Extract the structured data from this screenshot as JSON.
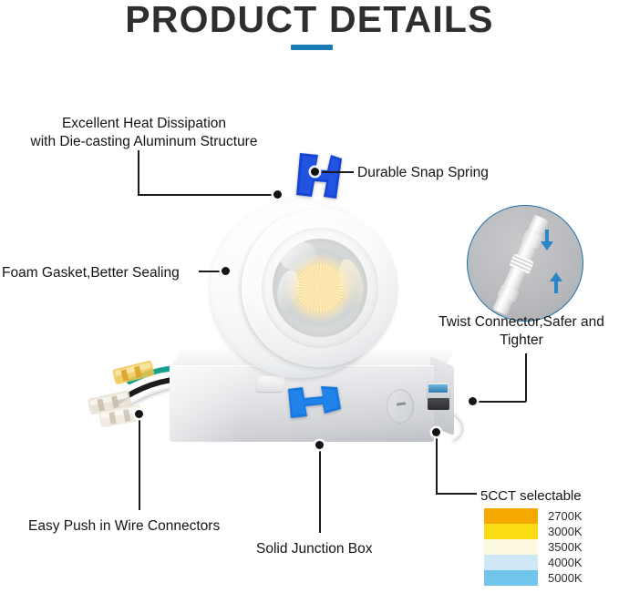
{
  "header": {
    "title": "PRODUCT DETAILS",
    "accent_color": "#1b7cb5"
  },
  "callouts": {
    "heat": "Excellent Heat Dissipation\nwith Die-casting Aluminum Structure",
    "snap_spring": "Durable Snap Spring",
    "foam_gasket": "Foam Gasket,Better Sealing",
    "twist_connector": "Twist Connector,Safer and\nTighter",
    "easy_push": "Easy Push in Wire Connectors",
    "junction_box": "Solid Junction Box",
    "cct_title": "5CCT selectable"
  },
  "cct": {
    "options": [
      {
        "label": "2700K",
        "color": "#f5a800"
      },
      {
        "label": "3000K",
        "color": "#fadc14"
      },
      {
        "label": "3500K",
        "color": "#fdf8e0"
      },
      {
        "label": "4000K",
        "color": "#cfe8f6"
      },
      {
        "label": "5000K",
        "color": "#71c5ea"
      }
    ]
  },
  "product": {
    "snap_spring_color": "#1544d6",
    "snap_spring_color_2": "#1577e0",
    "inset_border_color": "#1f6fa5",
    "arrow_color": "#2b86c8"
  }
}
